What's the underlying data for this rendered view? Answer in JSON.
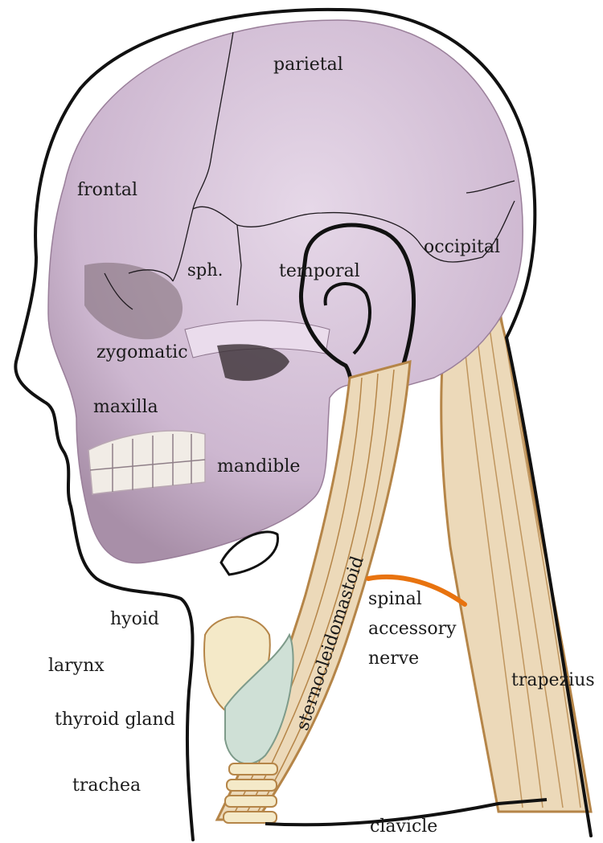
{
  "labels": {
    "parietal": "parietal",
    "frontal": "frontal",
    "sphenoid": "sph.",
    "temporal": "temporal",
    "occipital": "occipital",
    "zygomatic": "zygomatic",
    "maxilla": "maxilla",
    "mandible": "mandible",
    "sternocleidomastoid": "sternocleidomastoid",
    "spinal_accessory_nerve": [
      "spinal",
      "accessory",
      "nerve"
    ],
    "trapezius": "trapezius",
    "hyoid": "hyoid",
    "larynx": "larynx",
    "thyroid_gland": "thyroid gland",
    "trachea": "trachea",
    "clavicle": "clavicle"
  },
  "colors": {
    "bone": "#d6c3d9",
    "muscle": "#ecd9b9",
    "muscle_edge": "#b58548",
    "nerve": "#e8730f",
    "thyroid": "#cfe0d6",
    "larynx": "#f4e9c8",
    "outline": "#111111"
  }
}
